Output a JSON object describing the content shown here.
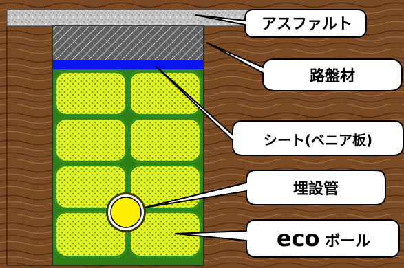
{
  "labels": {
    "asphalt": "アスファルト",
    "roadbed": "路盤材",
    "sheet": "シート(ベニア板)",
    "pipe": "埋設管",
    "eco_ball_prefix": "eco",
    "eco_ball_suffix": " ボール"
  },
  "colors": {
    "asphalt": "#bdbdbd",
    "roadbed": "#6e6e6e",
    "sheet": "#0a14f0",
    "ball_fill": "#e6ef1c",
    "ball_border": "#2f8a1b",
    "pipe": "#ffee00",
    "soil": "#7a4a25",
    "callout_fill": "#ffffff",
    "callout_stroke": "#000000"
  }
}
